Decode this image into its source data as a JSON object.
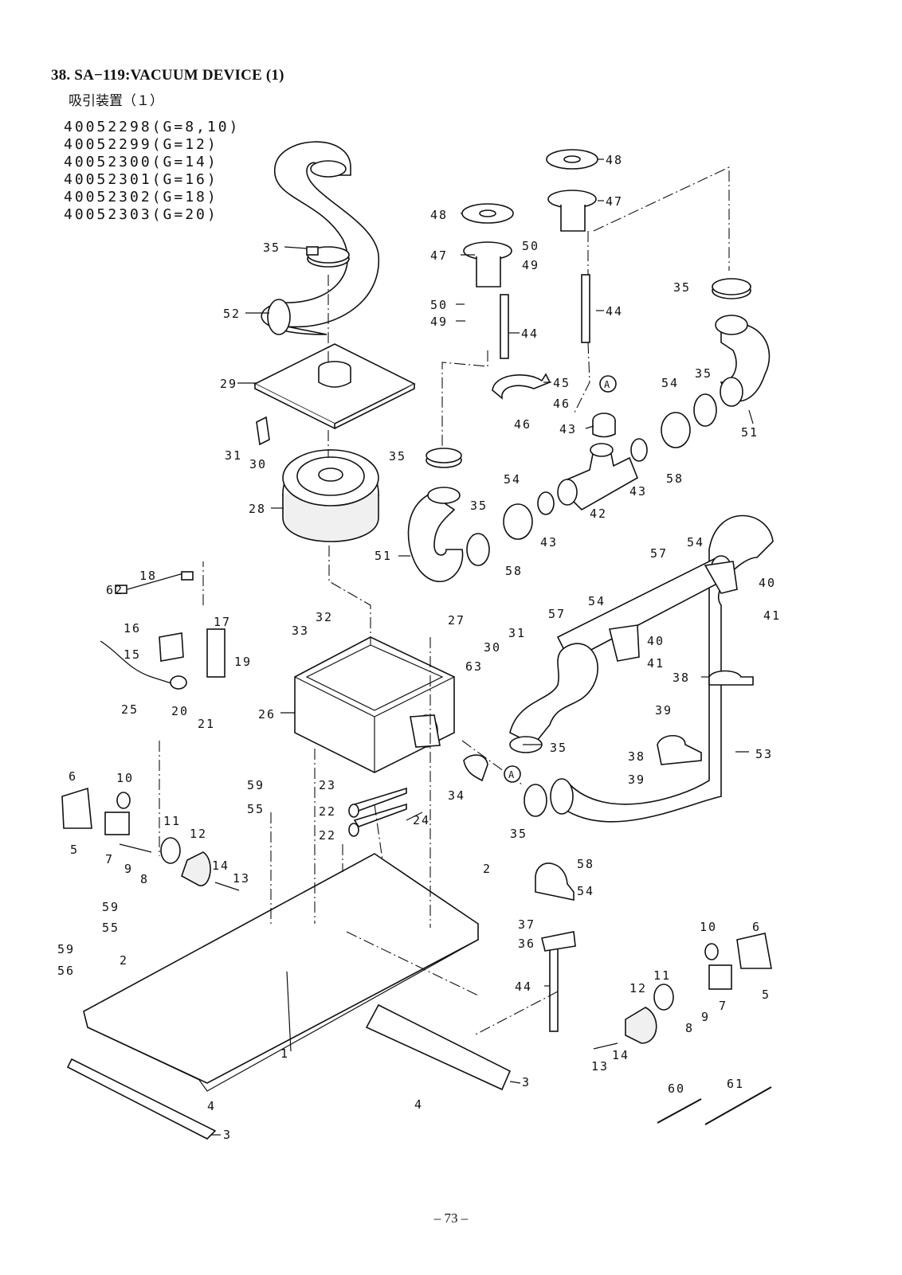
{
  "header": {
    "title": "38. SA−119:VACUUM DEVICE (1)",
    "subtitle": "吸引装置（１）",
    "part_numbers": [
      "40052298(G=8,10)",
      "40052299(G=12)",
      "40052300(G=14)",
      "40052301(G=16)",
      "40052302(G=18)",
      "40052303(G=20)"
    ]
  },
  "callouts": {
    "c1": "1",
    "c2a": "2",
    "c2b": "2",
    "c3a": "3",
    "c3b": "3",
    "c4a": "4",
    "c4b": "4",
    "c5a": "5",
    "c5b": "5",
    "c6a": "6",
    "c6b": "6",
    "c7a": "7",
    "c7b": "7",
    "c8a": "8",
    "c8b": "8",
    "c9a": "9",
    "c9b": "9",
    "c10a": "10",
    "c10b": "10",
    "c11a": "11",
    "c11b": "11",
    "c12a": "12",
    "c12b": "12",
    "c13a": "13",
    "c13b": "13",
    "c14a": "14",
    "c14b": "14",
    "c15": "15",
    "c16": "16",
    "c17": "17",
    "c18": "18",
    "c19": "19",
    "c20": "20",
    "c21": "21",
    "c22a": "22",
    "c22b": "22",
    "c23": "23",
    "c24": "24",
    "c25": "25",
    "c26": "26",
    "c27": "27",
    "c28": "28",
    "c29": "29",
    "c30a": "30",
    "c30b": "30",
    "c31a": "31",
    "c31b": "31",
    "c32": "32",
    "c33": "33",
    "c34": "34",
    "c35a": "35",
    "c35b": "35",
    "c35c": "35",
    "c35d": "35",
    "c35e": "35",
    "c35f": "35",
    "c35g": "35",
    "c36": "36",
    "c37": "37",
    "c38a": "38",
    "c38b": "38",
    "c39a": "39",
    "c39b": "39",
    "c40a": "40",
    "c40b": "40",
    "c41a": "41",
    "c41b": "41",
    "c42": "42",
    "c43a": "43",
    "c43b": "43",
    "c43c": "43",
    "c44a": "44",
    "c44b": "44",
    "c44c": "44",
    "c45": "45",
    "c46a": "46",
    "c46b": "46",
    "c47a": "47",
    "c47b": "47",
    "c48a": "48",
    "c48b": "48",
    "c49a": "49",
    "c49b": "49",
    "c50a": "50",
    "c50b": "50",
    "c51a": "51",
    "c51b": "51",
    "c52": "52",
    "c53": "53",
    "c54a": "54",
    "c54b": "54",
    "c54c": "54",
    "c54d": "54",
    "c54e": "54",
    "c55a": "55",
    "c55b": "55",
    "c56": "56",
    "c57a": "57",
    "c57b": "57",
    "c58a": "58",
    "c58b": "58",
    "c58c": "58",
    "c59a": "59",
    "c59b": "59",
    "c59c": "59",
    "c60": "60",
    "c61": "61",
    "c62": "62",
    "c63": "63",
    "refA1": "A",
    "refA2": "A"
  },
  "footer": {
    "page_number": "– 73 –"
  }
}
